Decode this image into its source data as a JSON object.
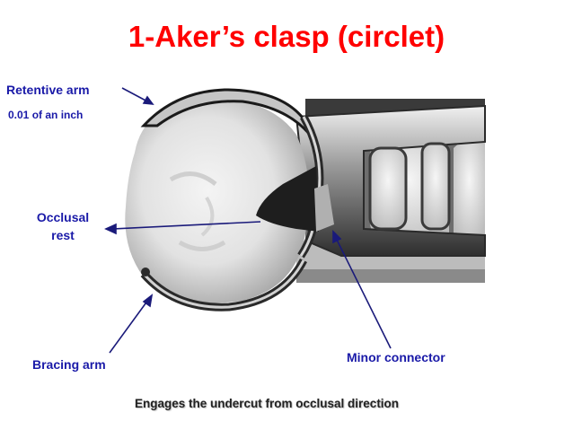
{
  "title": "1-Aker’s clasp (circlet)",
  "labels": {
    "retentive_arm": "Retentive arm",
    "thickness": "0.01 of an inch",
    "occlusal_rest_line1": "Occlusal",
    "occlusal_rest_line2": "rest",
    "minor_connector": "Minor connector",
    "bracing_arm": "Bracing arm"
  },
  "caption": "Engages the undercut from occlusal direction",
  "colors": {
    "title": "#ff0000",
    "label": "#1a1aa8",
    "arrow": "#1a1a7a",
    "metal": "#2a2a2a"
  }
}
